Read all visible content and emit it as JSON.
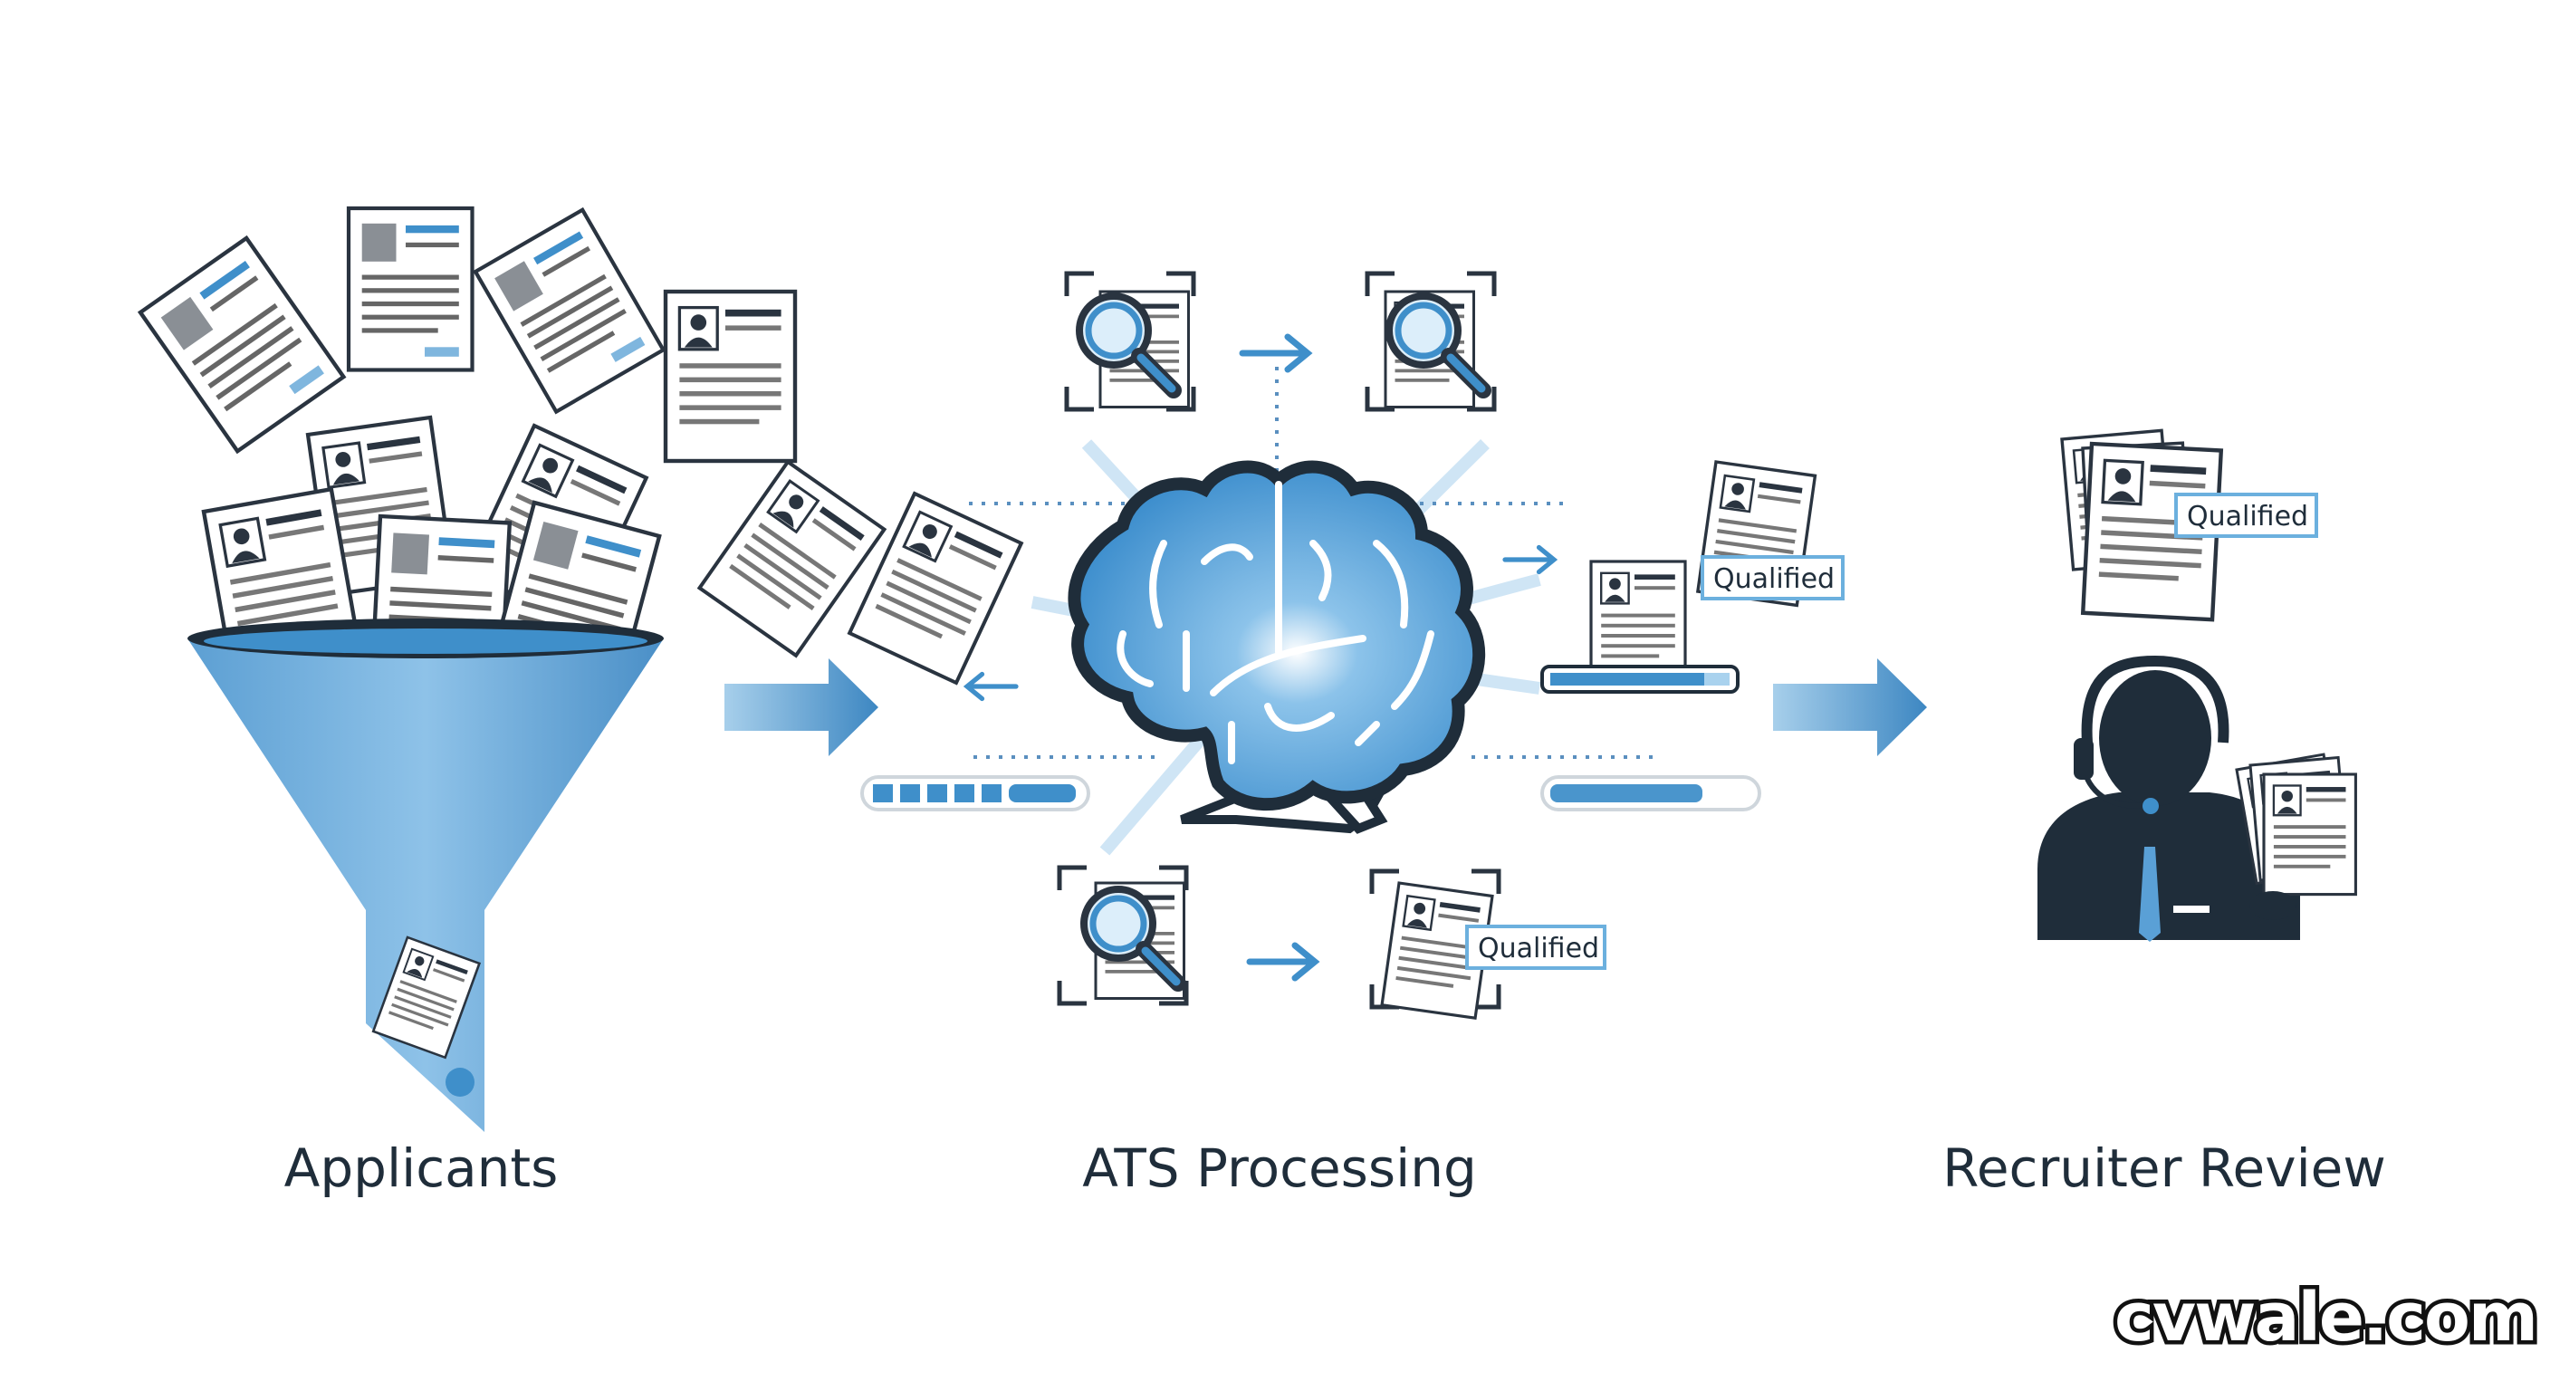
{
  "stages": [
    {
      "label": "Applicants"
    },
    {
      "label": "ATS Processing"
    },
    {
      "label": "Recruiter Review"
    }
  ],
  "badges": {
    "qualified": "Qualified"
  },
  "watermark": "cvwale.com",
  "colors": {
    "accent": "#3f8fca",
    "light_accent": "#a9d2ee",
    "dark": "#1f2d3a",
    "background": "#ffffff"
  },
  "icons": [
    "funnel-icon",
    "resume-document-icon",
    "magnifier-icon",
    "brain-icon",
    "arrow-right-icon",
    "progress-bar",
    "recruiter-headset-icon"
  ]
}
